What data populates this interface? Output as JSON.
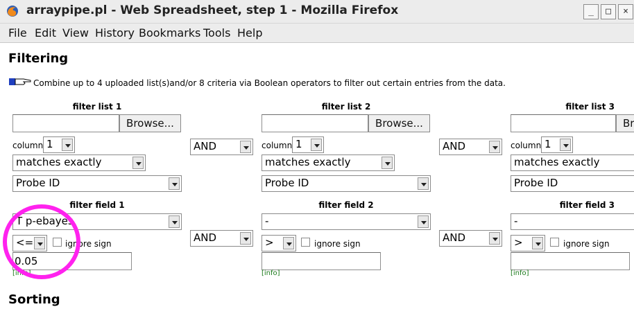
{
  "window": {
    "title": "arraypipe.pl - Web Spreadsheet, step 1 - Mozilla Firefox",
    "minimize": "_",
    "maximize": "□",
    "close": "×"
  },
  "menu": [
    "File",
    "Edit",
    "View",
    "History",
    "Bookmarks",
    "Tools",
    "Help"
  ],
  "page": {
    "heading": "Filtering",
    "intro": "Combine up to 4 uploaded list(s)and/or 8 criteria via Boolean operators to filter out certain entries from the data.",
    "next_heading": "Sorting"
  },
  "lists": [
    {
      "title": "filter list 1",
      "file_value": "",
      "browse": "Browse...",
      "column_label": "column",
      "column_value": "1",
      "match": "matches exactly",
      "field": "Probe ID"
    },
    {
      "title": "filter list 2",
      "file_value": "",
      "browse": "Browse...",
      "column_label": "column",
      "column_value": "1",
      "match": "matches exactly",
      "field": "Probe ID"
    },
    {
      "title": "filter list 3",
      "file_value": "",
      "browse": "Br",
      "column_label": "column",
      "column_value": "1",
      "match": "matches exactly",
      "field": "Probe ID"
    }
  ],
  "list_operators": [
    "AND",
    "AND"
  ],
  "fields": [
    {
      "title": "filter field 1",
      "field_value": "T p-ebayes",
      "op": "<=",
      "ignore_label": "ignore sign",
      "threshold": "0.05",
      "info": "[info]"
    },
    {
      "title": "filter field 2",
      "field_value": "-",
      "op": ">",
      "ignore_label": "ignore sign",
      "threshold": "",
      "info": "[info]"
    },
    {
      "title": "filter field 3",
      "field_value": "-",
      "op": ">",
      "ignore_label": "ignore sign",
      "threshold": "",
      "info": "[info]"
    }
  ],
  "field_operators": [
    "AND",
    "AND"
  ]
}
